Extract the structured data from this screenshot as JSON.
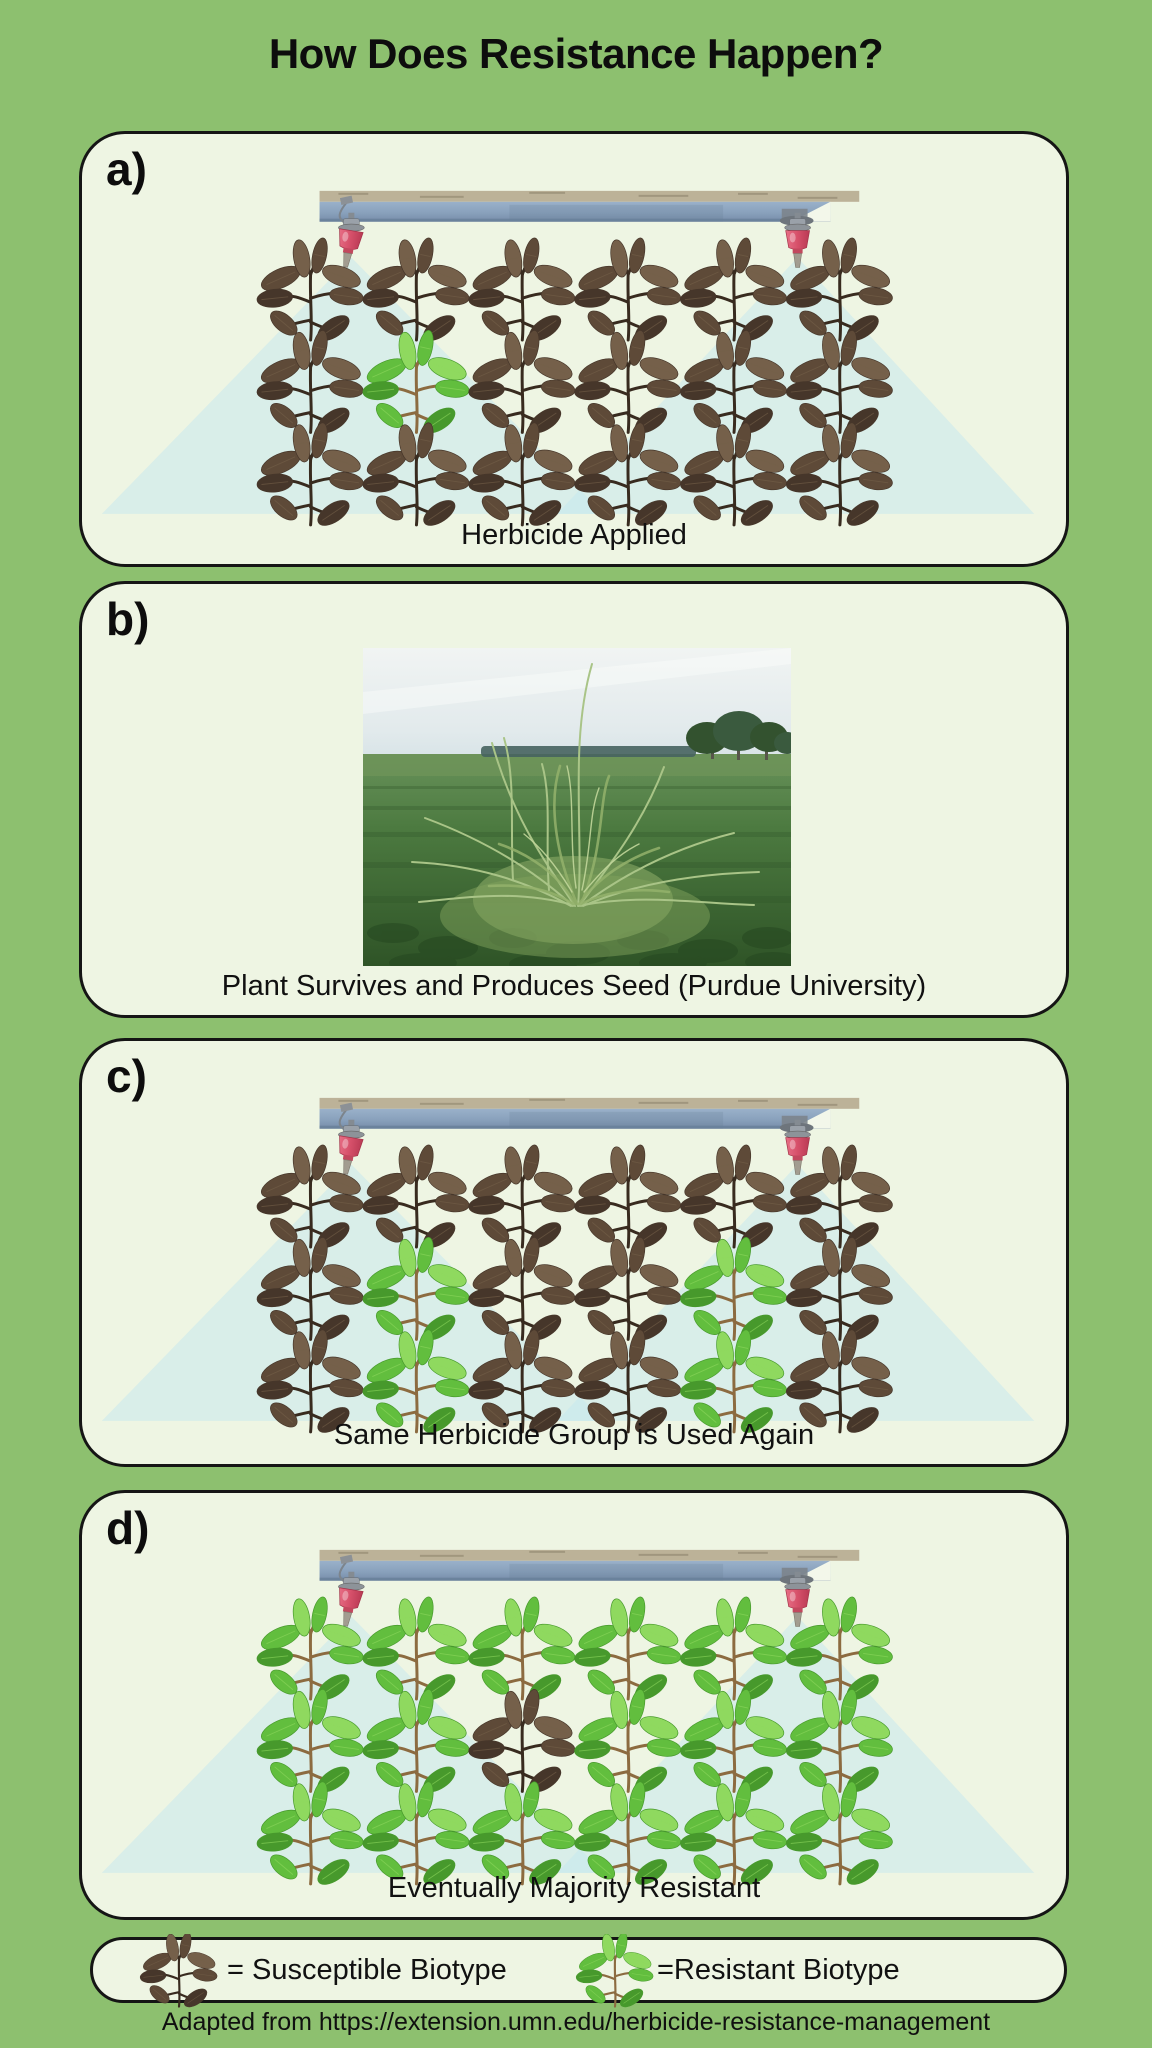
{
  "title": "How Does Resistance Happen?",
  "panels": [
    {
      "id": "a",
      "label": "a)",
      "type": "spray",
      "caption": "Herbicide Applied",
      "grid": [
        [
          "S",
          "S",
          "S",
          "S",
          "S",
          "S"
        ],
        [
          "S",
          "R",
          "S",
          "S",
          "S",
          "S"
        ],
        [
          "S",
          "S",
          "S",
          "S",
          "S",
          "S"
        ]
      ]
    },
    {
      "id": "b",
      "label": "b)",
      "type": "photo",
      "caption": "Plant Survives and Produces Seed (Purdue University)"
    },
    {
      "id": "c",
      "label": "c)",
      "type": "spray",
      "caption": "Same Herbicide Group is Used Again",
      "grid": [
        [
          "S",
          "S",
          "S",
          "S",
          "S",
          "S"
        ],
        [
          "S",
          "R",
          "S",
          "S",
          "R",
          "S"
        ],
        [
          "S",
          "R",
          "S",
          "S",
          "R",
          "S"
        ]
      ]
    },
    {
      "id": "d",
      "label": "d)",
      "type": "spray",
      "caption": "Eventually Majority Resistant",
      "grid": [
        [
          "R",
          "R",
          "R",
          "R",
          "R",
          "R"
        ],
        [
          "R",
          "R",
          "S",
          "R",
          "R",
          "R"
        ],
        [
          "R",
          "R",
          "R",
          "R",
          "R",
          "R"
        ]
      ]
    }
  ],
  "legend": {
    "items": [
      {
        "icon": "susceptible-plant-icon",
        "biotype": "S",
        "label": "= Susceptible Biotype"
      },
      {
        "icon": "resistant-plant-icon",
        "biotype": "R",
        "label": "=Resistant Biotype"
      }
    ]
  },
  "footer": "Adapted from https://extension.umn.edu/herbicide-resistance-management",
  "colors": {
    "page_background": "#8DC06F",
    "panel_background": "#EEF5E3",
    "panel_border": "#151515",
    "spray_cone": "#C4E7EF",
    "boom_top": "#BCB298",
    "boom_body_light": "#97AEC8",
    "boom_body_dark": "#7D93AF",
    "nozzle_red": "#D6506A",
    "nozzle_metal": "#9AA1A9",
    "susceptible": {
      "leaves": [
        "#5E4A38",
        "#75604A",
        "#46362A"
      ],
      "stem": "#382B1F"
    },
    "resistant": {
      "leaves": [
        "#62BE3E",
        "#8FD95F",
        "#47992C"
      ],
      "stem": "#8C6B40"
    }
  }
}
